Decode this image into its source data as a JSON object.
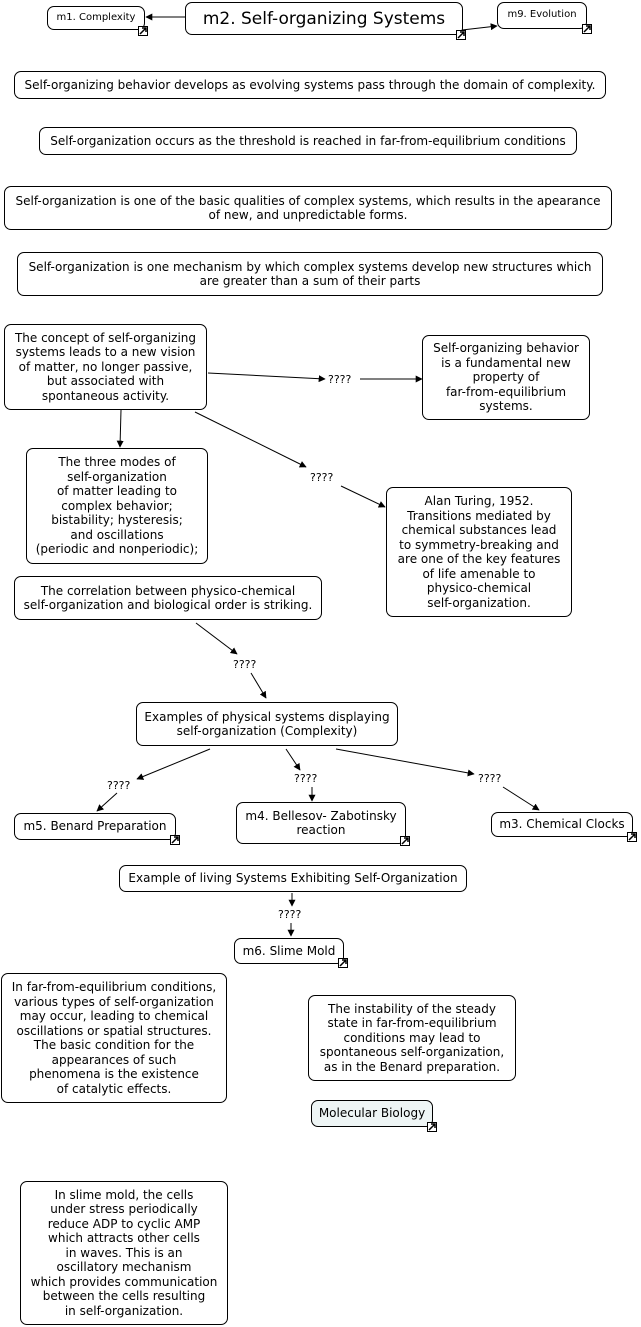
{
  "nodes": {
    "m1": "m1. Complexity",
    "m2": "m2. Self-organizing Systems",
    "m9": "m9. Evolution",
    "s1": "Self-organizing behavior develops as evolving systems pass through the domain of complexity.",
    "s2": "Self-organization occurs as the threshold is reached in far-from-equilibrium conditions",
    "s3": "Self-organization is one of the basic qualities of complex systems, which results in the apearance\nof new, and unpredictable forms.",
    "s4": "Self-organization is one mechanism by which complex systems develop new structures which\nare greater than a sum of their parts",
    "concept": "The concept of self-organizing\nsystems leads to a new vision\nof matter, no longer passive,\nbut associated with\nspontaneous activity.",
    "fundamental": "Self-organizing behavior\nis a fundamental new\nproperty of\nfar-from-equilibrium\nsystems.",
    "modes": "The three modes of\nself-organization\nof matter leading to\ncomplex behavior;\nbistability; hysteresis;\nand oscillations\n(periodic and nonperiodic);",
    "turing": "Alan Turing, 1952.\nTransitions mediated by\nchemical substances lead\nto symmetry-breaking and\nare one of the key features\nof  life amenable to\nphysico-chemical\nself-organization.",
    "correlation": "The correlation between physico-chemical\nself-organization and biological order is striking.",
    "examples": "Examples of physical systems displaying\nself-organization (Complexity)",
    "m5": "m5. Benard Preparation",
    "m4": "m4. Bellesov- Zabotinsky\nreaction",
    "m3": "m3. Chemical Clocks",
    "living": "Example of living Systems Exhibiting Self-Organization",
    "m6": "m6. Slime Mold",
    "catalytic": "In far-from-equilibrium conditions,\nvarious types of self-organization\nmay occur, leading to chemical\noscillations or spatial structures.\nThe basic condition for the\nappearances of such\nphenomena is the existence\nof catalytic effects.",
    "instability": "The instability of the steady\nstate in far-from-equilibrium\nconditions may lead to\nspontaneous self-organization,\nas in the Benard preparation.",
    "molbio": "Molecular Biology",
    "slime": "In slime mold, the cells\nunder stress periodically\nreduce ADP to cyclic AMP\nwhich attracts other cells\nin waves.  This is an\noscillatory mechanism\nwhich provides communication\nbetween the cells resulting\nin self-organization."
  },
  "labels": {
    "q1": "????",
    "q2": "????",
    "q3": "????",
    "q4": "????",
    "q5": "????",
    "q6": "????",
    "q7": "????"
  }
}
